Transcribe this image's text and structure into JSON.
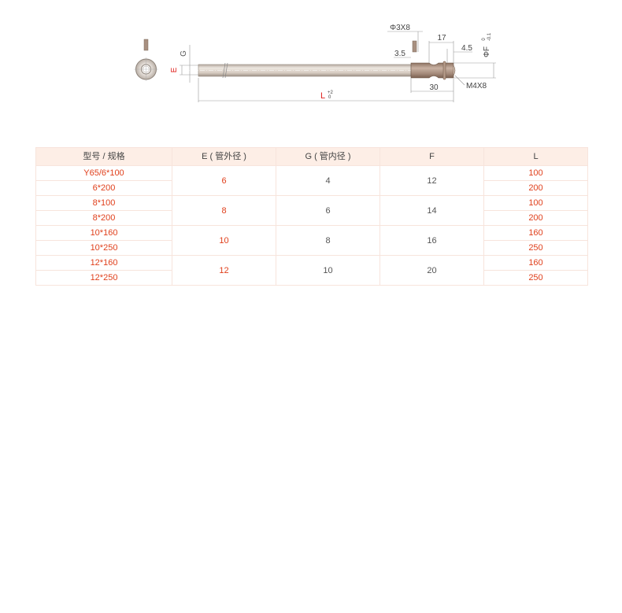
{
  "drawing": {
    "labels": {
      "pin_dim": "Φ3X8",
      "dim_17": "17",
      "dim_4_5": "4.5",
      "dim_3_5": "3.5",
      "dim_30": "30",
      "thread": "M4X8",
      "g": "G",
      "e": "E",
      "l": "L",
      "l_tol_upper": "+2",
      "l_tol_lower": "0",
      "f": "ΦF",
      "f_tol_upper": "0",
      "f_tol_lower": "-0.1"
    },
    "colors": {
      "accent_red": "#e0201c",
      "tube": "#d8cdc2",
      "head": "#a48a78"
    }
  },
  "table": {
    "headers": [
      "型号 / 规格",
      "E ( 管外径 )",
      "G ( 管内径 )",
      "F",
      "L"
    ],
    "groups": [
      {
        "e": "6",
        "g": "4",
        "f": "12",
        "rows": [
          {
            "model": "Y65/6*100",
            "l": "100"
          },
          {
            "model": "6*200",
            "l": "200"
          }
        ]
      },
      {
        "e": "8",
        "g": "6",
        "f": "14",
        "rows": [
          {
            "model": "8*100",
            "l": "100"
          },
          {
            "model": "8*200",
            "l": "200"
          }
        ]
      },
      {
        "e": "10",
        "g": "8",
        "f": "16",
        "rows": [
          {
            "model": "10*160",
            "l": "160"
          },
          {
            "model": "10*250",
            "l": "250"
          }
        ]
      },
      {
        "e": "12",
        "g": "10",
        "f": "20",
        "rows": [
          {
            "model": "12*160",
            "l": "160"
          },
          {
            "model": "12*250",
            "l": "250"
          }
        ]
      }
    ],
    "colors": {
      "header_bg": "#fdeee6",
      "border": "#f7e4dc",
      "highlight_text": "#e0401c"
    }
  }
}
